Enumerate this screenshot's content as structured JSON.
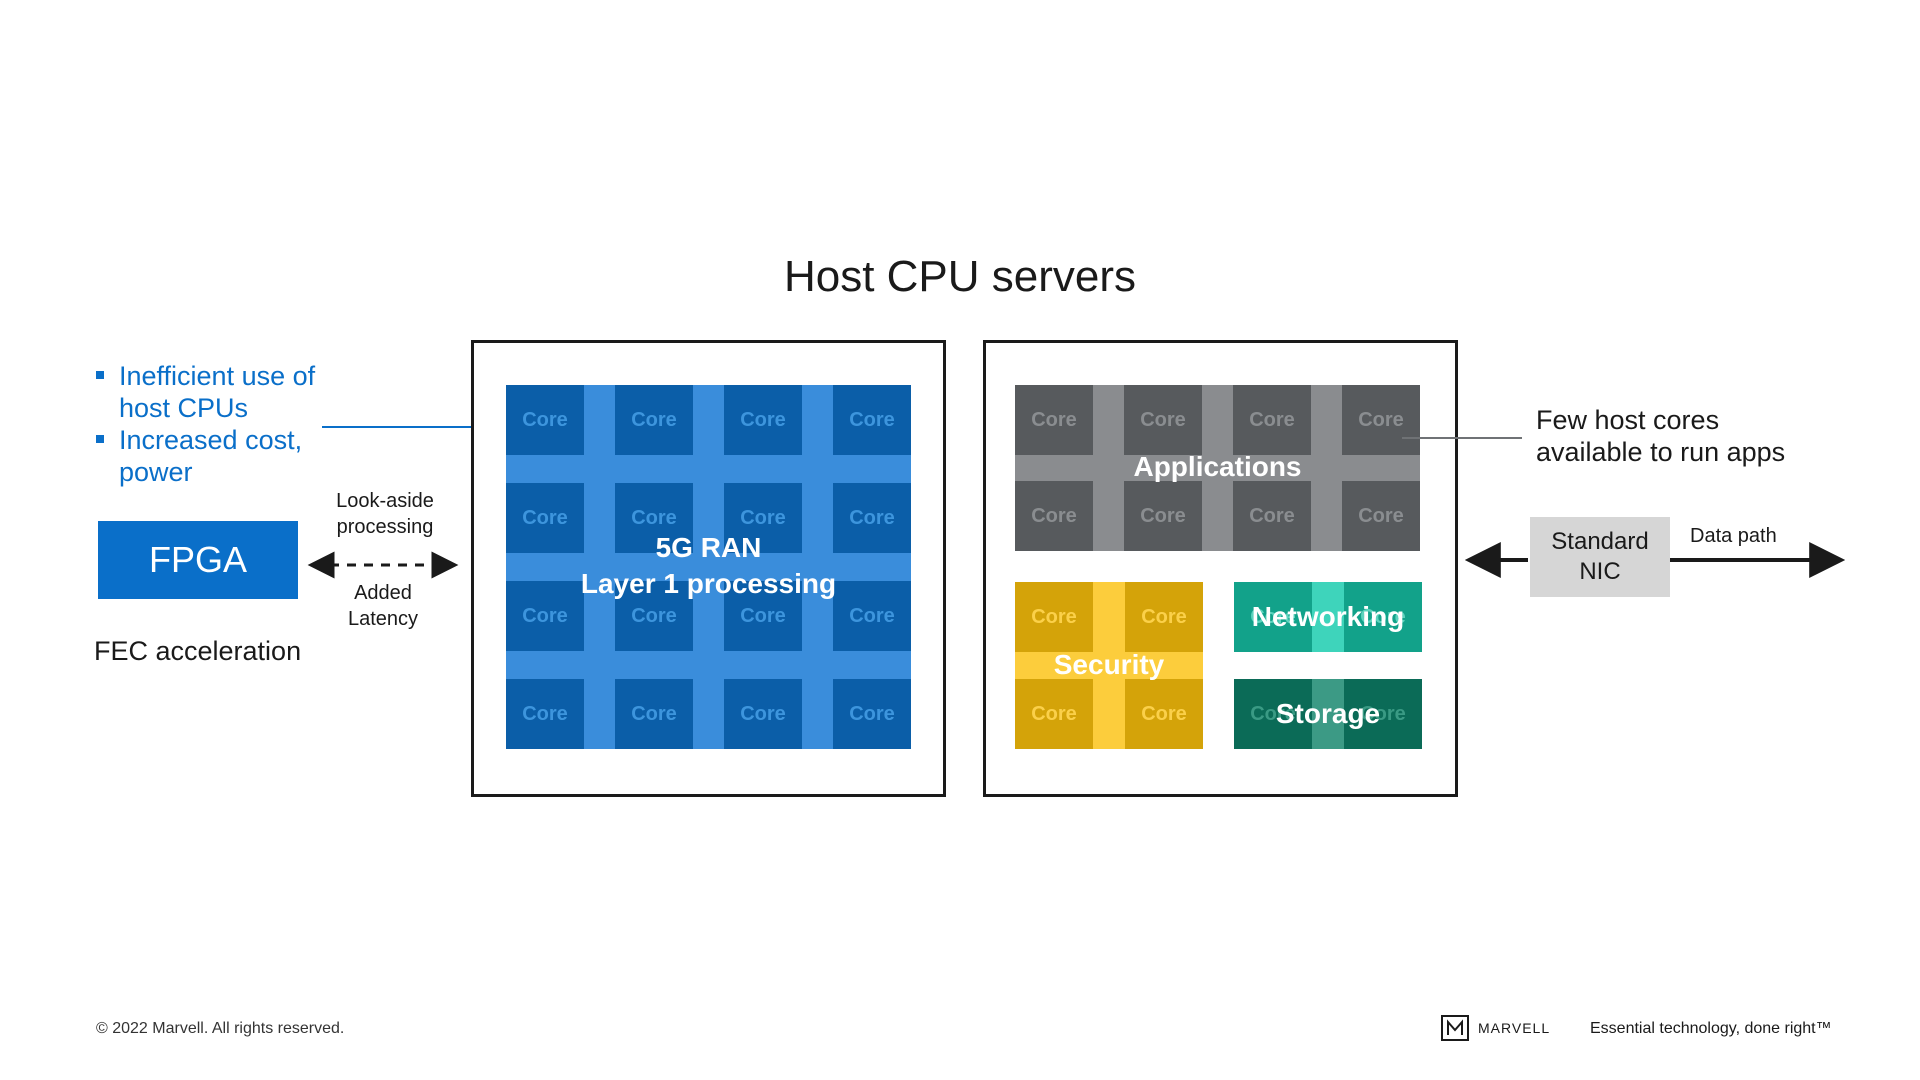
{
  "title": "Host CPU servers",
  "bullets": [
    "Inefficient use of host CPUs",
    "Increased cost, power"
  ],
  "fpga": {
    "label": "FPGA",
    "caption": "FEC acceleration"
  },
  "link": {
    "top_label": "Look-aside\nprocessing",
    "bottom_label": "Added\nLatency"
  },
  "core_label": "Core",
  "ran_block": {
    "label_line1": "5G RAN",
    "label_line2": "Layer 1 processing",
    "color": "#0b5ea8",
    "grid_color": "#3a8ddb"
  },
  "applications_block": {
    "label": "Applications",
    "color": "#575a5d",
    "grid_color": "#8a8c8f"
  },
  "security_block": {
    "label": "Security",
    "color": "#d4a309",
    "grid_color": "#fccd3c"
  },
  "networking_block": {
    "label": "Networking",
    "color": "#12a28a",
    "grid_color": "#3ed4bb"
  },
  "storage_block": {
    "label": "Storage",
    "color": "#0b6b57",
    "grid_color": "#3c9a85"
  },
  "few_cores_note": "Few host cores\navailable to run apps",
  "nic": {
    "label": "Standard\nNIC"
  },
  "data_path_label": "Data path",
  "footer": {
    "copyright": "© 2022 Marvell. All rights reserved.",
    "logo_text": "MARVELL",
    "logo_icon": "marvell-logo-icon",
    "tagline": "Essential technology, done right™"
  }
}
